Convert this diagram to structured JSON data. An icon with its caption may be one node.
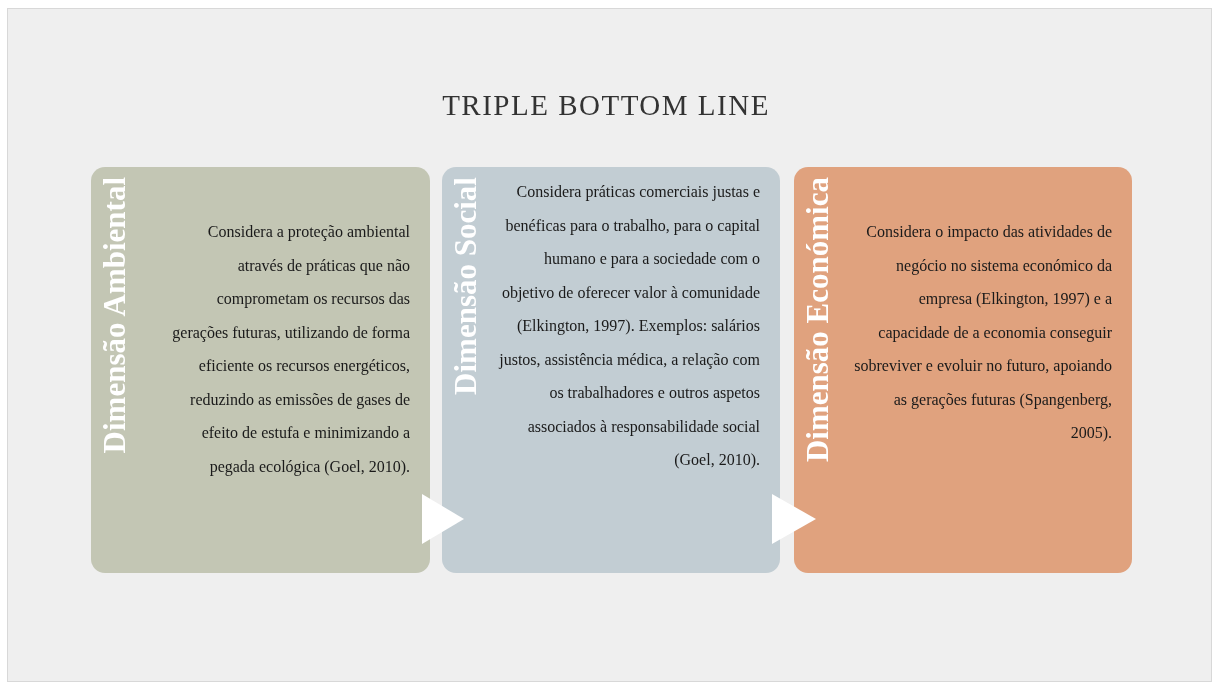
{
  "diagram": {
    "title": "TRIPLE BOTTOM LINE",
    "nodes": [
      {
        "text": [
          "Dimensão Ambiental",
          "Considera a proteção ambiental através de práticas que não comprometam os recursos das gerações futuras, utilizando de forma eficiente os recursos energéticos, reduzindo as emissões de gases de efeito de estufa e minimizando a pegada ecológica (Goel, 2010)."
        ]
      },
      {
        "text": [
          "Dimensão Social",
          "Considera práticas comerciais justas e benéficas para o trabalho, para o capital humano e para a sociedade com o objetivo de oferecer valor à comunidade (Elkington, 1997). Exemplos: salários justos, assistência médica, a relação com os trabalhadores e outros aspetos associados à responsabilidade social (Goel, 2010)."
        ]
      },
      {
        "text": [
          "Dimensão Económica",
          "Considera o impacto das atividades de negócio no sistema económico da empresa (Elkington, 1997) e a capacidade de a economia conseguir sobreviver e evoluir no futuro, apoiando as gerações futuras (Spangenberg, 2005)."
        ]
      }
    ],
    "edges": [
      {
        "from": 0,
        "to": 1,
        "arrow": "to"
      },
      {
        "from": 1,
        "to": 2,
        "arrow": "to"
      }
    ]
  }
}
